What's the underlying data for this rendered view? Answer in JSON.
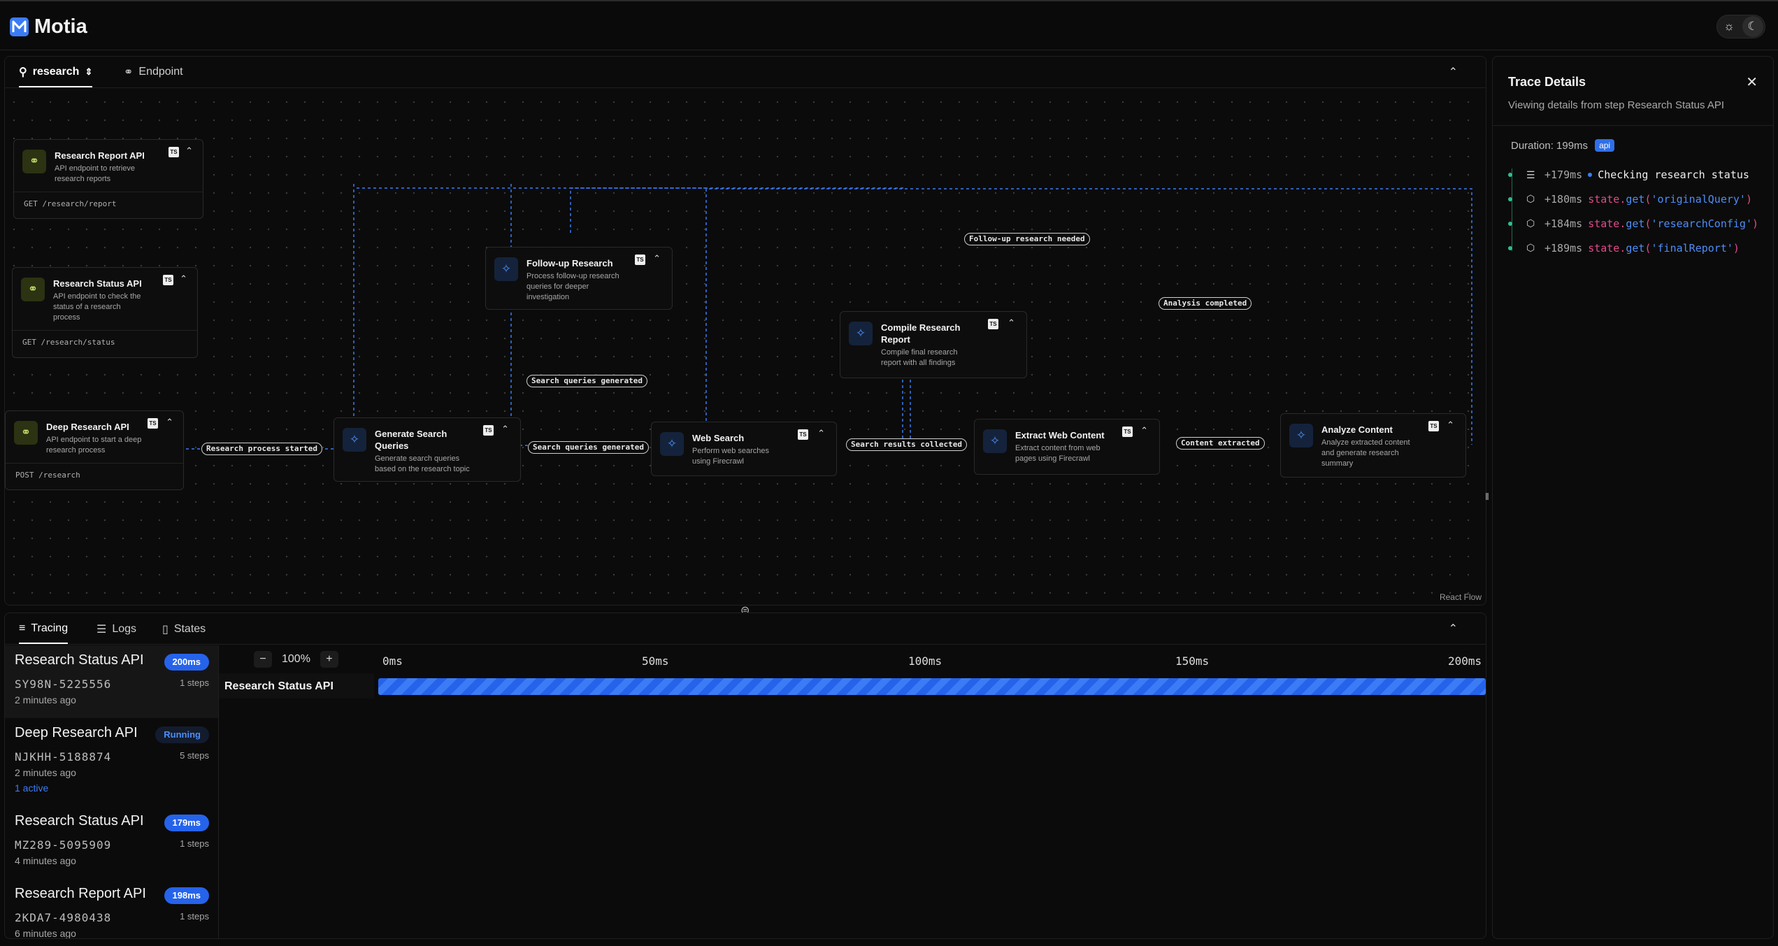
{
  "app": {
    "name": "Motia"
  },
  "theme_toggle": {
    "light_icon": "sun-icon",
    "dark_icon": "moon-icon",
    "selected": "dark"
  },
  "flow_tabs": [
    {
      "label": "research",
      "icon": "flow-icon",
      "active": true
    },
    {
      "label": "Endpoint",
      "icon": "link-icon",
      "active": false
    }
  ],
  "canvas": {
    "attribution": "React Flow"
  },
  "nodes": {
    "report_api": {
      "title": "Research Report API",
      "desc": "API endpoint to retrieve research reports",
      "route": "GET /research/report",
      "badge": "TS"
    },
    "status_api": {
      "title": "Research Status API",
      "desc": "API endpoint to check the status of a research process",
      "route": "GET /research/status",
      "badge": "TS"
    },
    "deep_api": {
      "title": "Deep Research API",
      "desc": "API endpoint to start a deep research process",
      "route": "POST /research",
      "badge": "TS"
    },
    "followup": {
      "title": "Follow-up Research",
      "desc": "Process follow-up research queries for deeper investigation",
      "badge": "TS"
    },
    "compile": {
      "title": "Compile Research Report",
      "desc": "Compile final research report with all findings",
      "badge": "TS"
    },
    "gen_queries": {
      "title": "Generate Search Queries",
      "desc": "Generate search queries based on the research topic",
      "badge": "TS"
    },
    "web_search": {
      "title": "Web Search",
      "desc": "Perform web searches using Firecrawl",
      "badge": "TS"
    },
    "extract": {
      "title": "Extract Web Content",
      "desc": "Extract content from web pages using Firecrawl",
      "badge": "TS"
    },
    "analyze": {
      "title": "Analyze Content",
      "desc": "Analyze extracted content and generate research summary",
      "badge": "TS"
    }
  },
  "edge_labels": {
    "research_started": "Research process started",
    "queries_generated_1": "Search queries generated",
    "queries_generated_2": "Search queries generated",
    "results_collected": "Search results collected",
    "content_extracted": "Content extracted",
    "analysis_completed": "Analysis completed",
    "followup_needed": "Follow-up research needed"
  },
  "trace_details": {
    "title": "Trace Details",
    "subtitle": "Viewing details from step Research Status API",
    "duration": "Duration: 199ms",
    "badge": "api",
    "rows": [
      {
        "offset": "+179ms",
        "icon": "log-icon",
        "text": "Checking research status"
      },
      {
        "offset": "+180ms",
        "icon": "state-icon",
        "obj": "state.",
        "fn": "get",
        "open": "(",
        "arg": "'originalQuery'",
        "close": ")"
      },
      {
        "offset": "+184ms",
        "icon": "state-icon",
        "obj": "state.",
        "fn": "get",
        "open": "(",
        "arg": "'researchConfig'",
        "close": ")"
      },
      {
        "offset": "+189ms",
        "icon": "state-icon",
        "obj": "state.",
        "fn": "get",
        "open": "(",
        "arg": "'finalReport'",
        "close": ")"
      }
    ]
  },
  "bottom_tabs": [
    {
      "label": "Tracing",
      "active": true
    },
    {
      "label": "Logs",
      "active": false
    },
    {
      "label": "States",
      "active": false
    }
  ],
  "traces": [
    {
      "name": "Research Status API",
      "pill": "200ms",
      "id": "SY98N-5225556",
      "steps": "1 steps",
      "time": "2 minutes ago"
    },
    {
      "name": "Deep Research API",
      "pill": "Running",
      "id": "NJKHH-5188874",
      "steps": "5 steps",
      "time": "2 minutes ago",
      "active": "1 active"
    },
    {
      "name": "Research Status API",
      "pill": "179ms",
      "id": "MZ289-5095909",
      "steps": "1 steps",
      "time": "4 minutes ago"
    },
    {
      "name": "Research Report API",
      "pill": "198ms",
      "id": "2KDA7-4980438",
      "steps": "1 steps",
      "time": "6 minutes ago"
    }
  ],
  "timeline": {
    "zoom": "100%",
    "ticks": [
      "0ms",
      "50ms",
      "100ms",
      "150ms",
      "200ms"
    ],
    "row_label": "Research Status API",
    "bar_start_fraction": 0,
    "bar_end_fraction": 1
  }
}
